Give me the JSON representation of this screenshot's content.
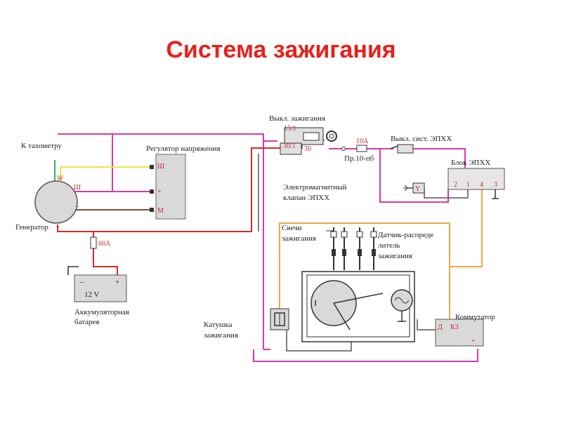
{
  "title": "Система зажигания",
  "labels": {
    "tachometer": "К тахометру",
    "regulator": "Регулятор напряжения",
    "ignition_switch": "Выкл. зажигания",
    "epxx_switch": "Выкл. сист. ЭПХХ",
    "epxx_block": "Блок ЭПХХ",
    "valve_line1": "Электромагнитный",
    "valve_line2": "клапан ЭПХХ",
    "generator": "Генератор",
    "plugs_line1": "Свечи",
    "plugs_line2": "зажигания",
    "distributor_line1": "Датчик-распреде",
    "distributor_line2": "литель",
    "distributor_line3": "зажигания",
    "battery_line1": "Аккумуляторная",
    "battery_line2": "батарея",
    "coil_line1": "Катушка",
    "coil_line2": "зажигания",
    "commutator": "Коммутатор"
  },
  "terminals": {
    "gen_w": "W",
    "gen_sh": "Ш",
    "gen_minus": "–",
    "gen_plus": "+",
    "reg_sh": "Ш",
    "reg_plus": "+",
    "reg_m": "М",
    "sw_15": "15/1",
    "sw_30_1": "30/1",
    "sw_30": "30",
    "fuse_10a": "10A",
    "fuse_pr": "Пр.10-пб",
    "fuse_60a": "60A",
    "battery_voltage": "12 V",
    "bat_minus": "–",
    "bat_plus": "+",
    "valve_y": "Y",
    "blk_2": "2",
    "blk_1": "1",
    "blk_4": "4",
    "blk_3": "3",
    "com_d": "Д",
    "com_k3": "К3",
    "com_plus": "+"
  }
}
